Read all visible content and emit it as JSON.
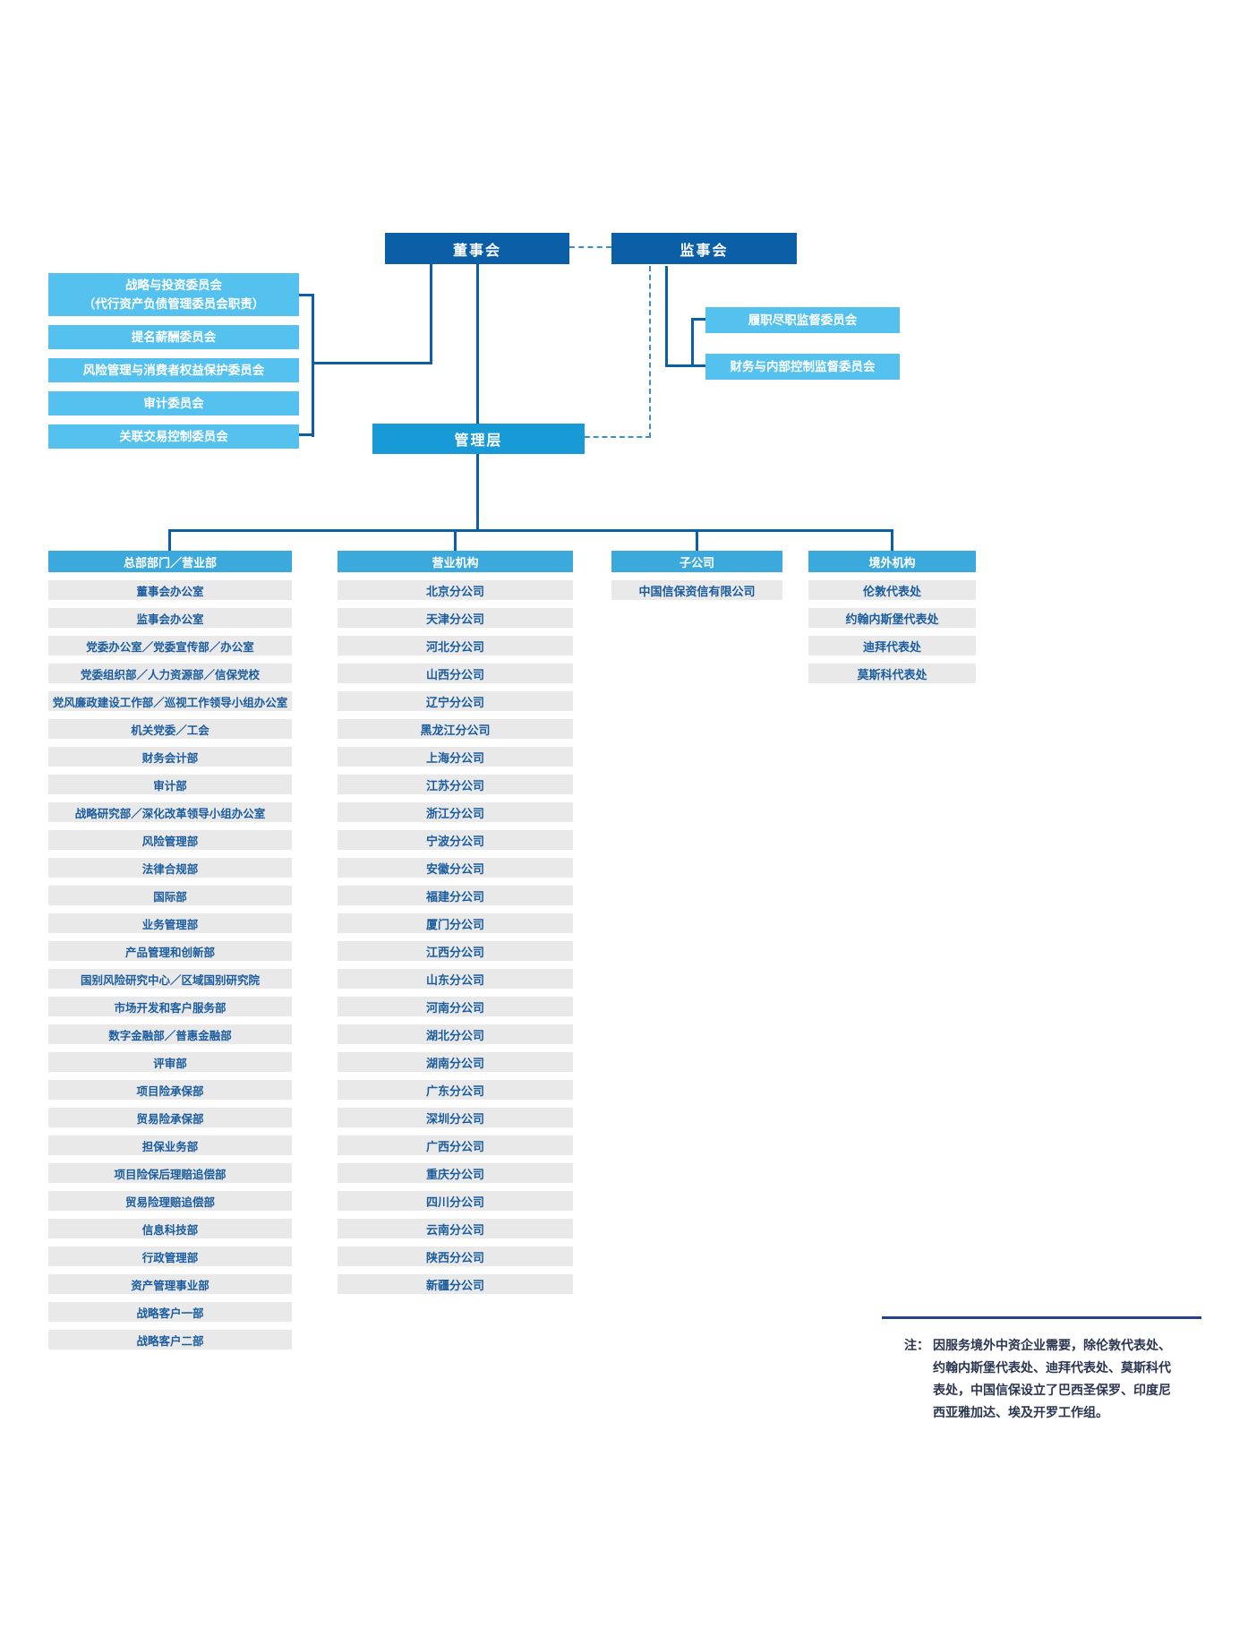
{
  "org": {
    "board": "董事会",
    "supervisory_board": "监事会",
    "management": "管理层"
  },
  "board_committees": {
    "items": [
      "战略与投资委员会\n（代行资产负债管理委员会职责）",
      "提名薪酬委员会",
      "风险管理与消费者权益保护委员会",
      "审计委员会",
      "关联交易控制委员会"
    ]
  },
  "supervisory_committees": {
    "items": [
      "履职尽职监督委员会",
      "财务与内部控制监督委员会"
    ]
  },
  "head_office": {
    "header": "总部部门／营业部",
    "items": [
      "董事会办公室",
      "监事会办公室",
      "党委办公室／党委宣传部／办公室",
      "党委组织部／人力资源部／信保党校",
      "党风廉政建设工作部／巡视工作领导小组办公室",
      "机关党委／工会",
      "财务会计部",
      "审计部",
      "战略研究部／深化改革领导小组办公室",
      "风险管理部",
      "法律合规部",
      "国际部",
      "业务管理部",
      "产品管理和创新部",
      "国别风险研究中心／区域国别研究院",
      "市场开发和客户服务部",
      "数字金融部／普惠金融部",
      "评审部",
      "项目险承保部",
      "贸易险承保部",
      "担保业务部",
      "项目险保后理赔追偿部",
      "贸易险理赔追偿部",
      "信息科技部",
      "行政管理部",
      "资产管理事业部",
      "战略客户一部",
      "战略客户二部"
    ]
  },
  "branches": {
    "header": "营业机构",
    "items": [
      "北京分公司",
      "天津分公司",
      "河北分公司",
      "山西分公司",
      "辽宁分公司",
      "黑龙江分公司",
      "上海分公司",
      "江苏分公司",
      "浙江分公司",
      "宁波分公司",
      "安徽分公司",
      "福建分公司",
      "厦门分公司",
      "江西分公司",
      "山东分公司",
      "河南分公司",
      "湖北分公司",
      "湖南分公司",
      "广东分公司",
      "深圳分公司",
      "广西分公司",
      "重庆分公司",
      "四川分公司",
      "云南分公司",
      "陕西分公司",
      "新疆分公司"
    ]
  },
  "subsidiaries": {
    "header": "子公司",
    "items": [
      "中国信保资信有限公司"
    ]
  },
  "overseas": {
    "header": "境外机构",
    "items": [
      "伦敦代表处",
      "约翰内斯堡代表处",
      "迪拜代表处",
      "莫斯科代表处"
    ]
  },
  "note": {
    "label": "注：",
    "text": "因服务境外中资企业需要，除伦敦代表处、约翰内斯堡代表处、迪拜代表处、莫斯科代表处，中国信保设立了巴西圣保罗、印度尼西亚雅加达、埃及开罗工作组。"
  },
  "colors": {
    "primary": "#0b5fa6",
    "management": "#189ad6",
    "lightblue": "#54c1ee",
    "header": "#3ca9dd",
    "itembg": "#e9e9e9",
    "itemtext": "#1a5c9e",
    "dash": "#3d8fc9",
    "note_rule": "#24408e",
    "note_text": "#2b3550"
  }
}
